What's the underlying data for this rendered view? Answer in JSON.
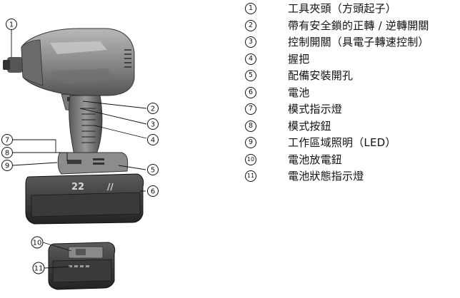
{
  "figure": {
    "callouts": [
      "1",
      "2",
      "3",
      "4",
      "5",
      "6",
      "7",
      "8",
      "9",
      "10",
      "11"
    ],
    "battery_marking": "22"
  },
  "legend": [
    {
      "num": "1",
      "text": "工具夾頭（方頭起子）"
    },
    {
      "num": "2",
      "text": "帶有安全鎖的正轉 / 逆轉開關"
    },
    {
      "num": "3",
      "text": "控制開關（具電子轉速控制）"
    },
    {
      "num": "4",
      "text": "握把"
    },
    {
      "num": "5",
      "text": "配備安裝開孔"
    },
    {
      "num": "6",
      "text": "電池"
    },
    {
      "num": "7",
      "text": "模式指示燈"
    },
    {
      "num": "8",
      "text": "模式按鈕"
    },
    {
      "num": "9",
      "text": "工作區域照明（LED）"
    },
    {
      "num": "10",
      "text": "電池放電鈕"
    },
    {
      "num": "11",
      "text": "電池狀態指示燈"
    }
  ]
}
